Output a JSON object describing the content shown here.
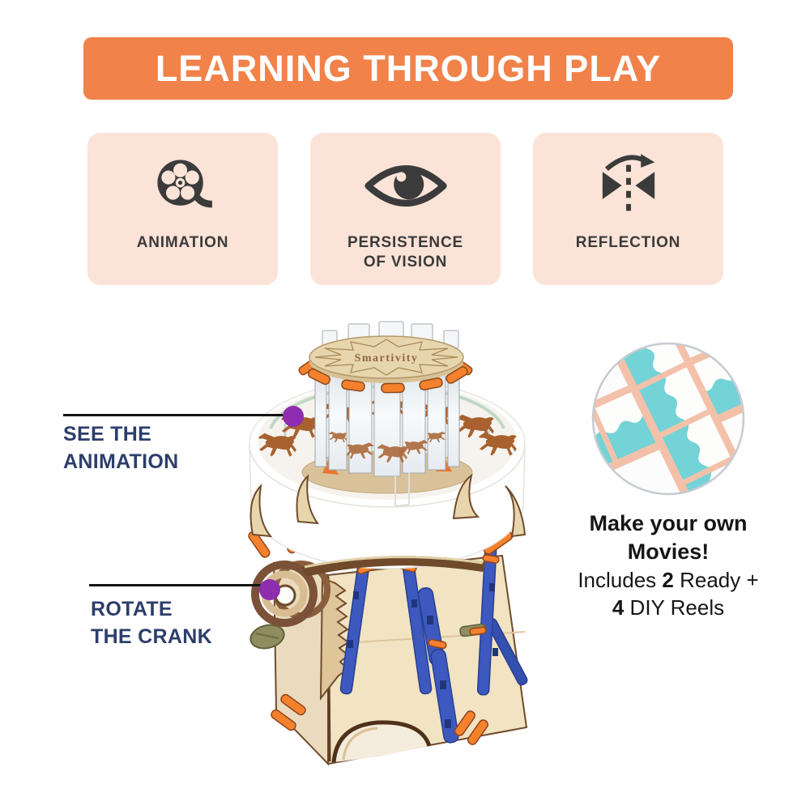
{
  "banner": {
    "label": "LEARNING THROUGH PLAY"
  },
  "features": [
    {
      "icon": "film-reel-icon",
      "label_line1": "ANIMATION",
      "label_line2": ""
    },
    {
      "icon": "eye-icon",
      "label_line1": "PERSISTENCE",
      "label_line2": "OF VISION"
    },
    {
      "icon": "reflection-symmetry-icon",
      "label_line1": "REFLECTION",
      "label_line2": ""
    }
  ],
  "callouts": [
    {
      "line1": "SEE THE",
      "line2": "ANIMATION"
    },
    {
      "line1": "ROTATE",
      "line2": "THE CRANK"
    }
  ],
  "product": {
    "name": "praxinoscope-animation-toy",
    "lid_engraving": "Smartivity"
  },
  "right_panel": {
    "heading_line1": "Make your own",
    "heading_line2": "Movies!",
    "includes_prefix": "Includes ",
    "ready_count": "2",
    "ready_suffix": " Ready +",
    "diy_count": "4",
    "diy_suffix": " DIY Reels"
  },
  "colors": {
    "accent-orange": "#F0824A",
    "card-bg": "#FBE3D7",
    "card-text": "#3B3B3B",
    "icon-dark": "#3B3B3B",
    "callout-navy": "#2D3E6B",
    "dot-purple": "#8E2DB0",
    "connector-black": "#141414",
    "body-text": "#161616"
  }
}
